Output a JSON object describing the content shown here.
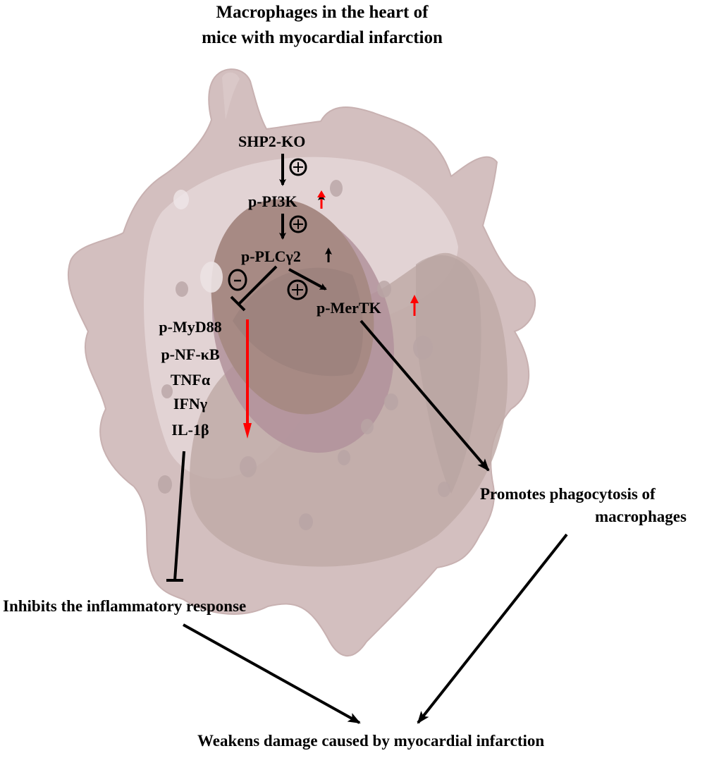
{
  "title": {
    "line1": "Macrophages in the heart of",
    "line2": "mice with myocardial infarction"
  },
  "nodes": {
    "shp2": "SHP2-KO",
    "pi3k": "p-PI3K",
    "plcg2": "p-PLCγ2",
    "mertk": "p-MerTK"
  },
  "downregulated": [
    "p-MyD88",
    "p-NF-κB",
    "TNFα",
    "IFNγ",
    "IL-1β"
  ],
  "signs": {
    "plus": "+",
    "minus": "-"
  },
  "outcomes": {
    "inflammation": "Inhibits the inflammatory response",
    "phagocytosis_line1": "Promotes phagocytosis of",
    "phagocytosis_line2": "macrophages",
    "final": "Weakens damage caused by myocardial infarction"
  },
  "colors": {
    "up_arrow": "#ff0000",
    "down_arrow": "#ff0000",
    "cell_outer": "#d3bfbf",
    "cell_inner_light": "#e2d2d3",
    "cell_inner_dark": "#bfaaa6",
    "nucleus": "#a78a84",
    "nucleus_rim": "#b1929b"
  }
}
